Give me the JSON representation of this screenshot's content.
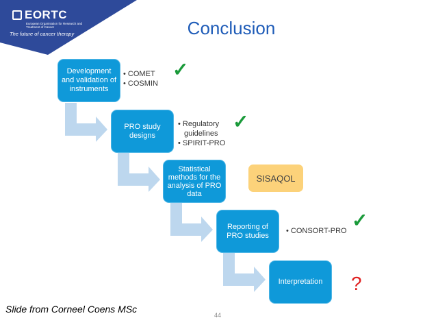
{
  "logo": {
    "name": "EORTC",
    "subtitle": "European Organisation for Research and Treatment of Cancer",
    "tagline": "The future of cancer therapy"
  },
  "title": "Conclusion",
  "steps": [
    {
      "label": "Development and validation of instruments",
      "bullets": [
        "COMET",
        "COSMIN"
      ],
      "status": "check"
    },
    {
      "label": "PRO study designs",
      "bullets": [
        "Regulatory",
        "guidelines",
        "SPIRIT-PRO"
      ],
      "status": "check"
    },
    {
      "label": "Statistical methods for the analysis of PRO data",
      "note": "SISAQOL"
    },
    {
      "label": "Reporting of PRO studies",
      "bullets": [
        "CONSORT-PRO"
      ],
      "status": "check"
    },
    {
      "label": "Interpretation",
      "status": "?"
    }
  ],
  "check_symbol": "✓",
  "question_symbol": "?",
  "credit": "Slide from Corneel Coens MSc",
  "page_number": "44",
  "colors": {
    "box": "#0f99d9",
    "arrow": "#bdd7ee",
    "title": "#1f5cb8",
    "banner": "#2e4a9a",
    "note": "#fcd27a"
  }
}
